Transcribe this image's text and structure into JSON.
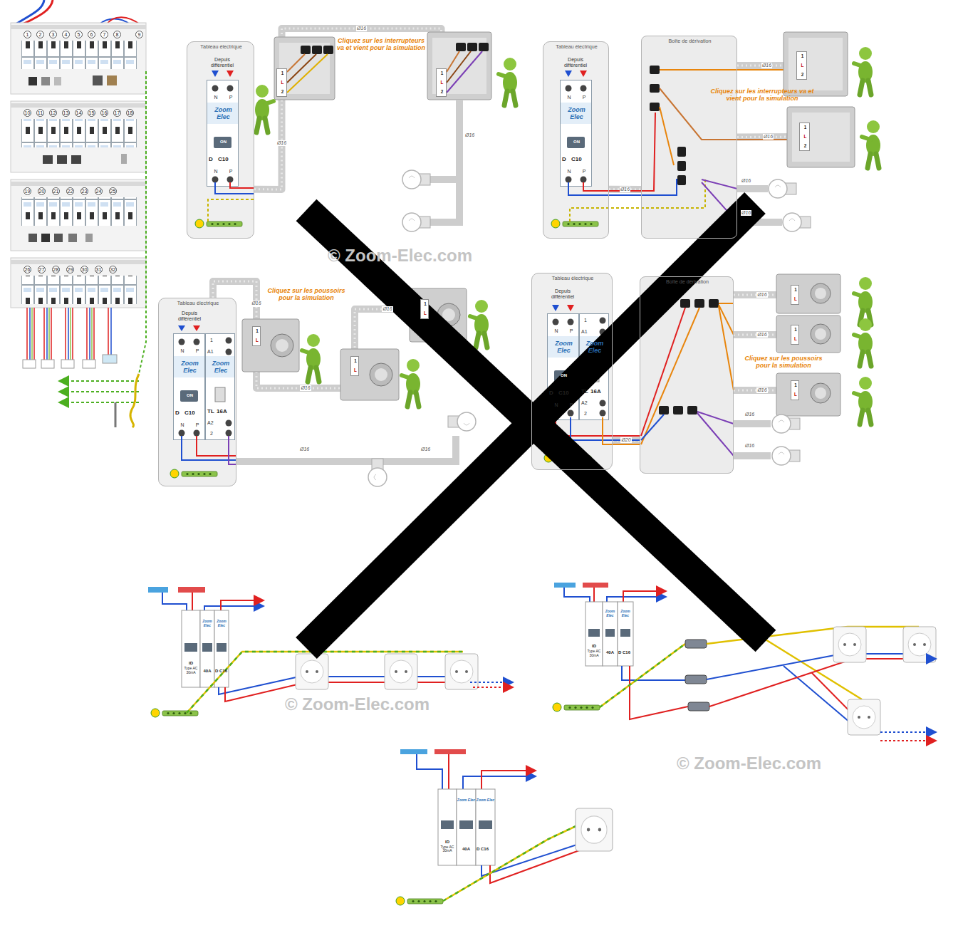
{
  "diagram": {
    "nodes": [
      {
        "text": [
          "Tableau électrique"
        ]
      },
      {
        "text": [
          "N",
          "P",
          "Zoom Elec",
          "ON",
          "D",
          "C10",
          "N",
          "P"
        ],
        "in": 0
      },
      {
        "text": [
          "1",
          "L",
          "2"
        ]
      },
      {
        "text": [
          "1",
          "L",
          "2"
        ]
      },
      {
        "text": [
          "Tableau électrique"
        ]
      },
      {
        "text": [
          "N",
          "P",
          "Zoom Elec",
          "ON",
          "D",
          "C10",
          "N",
          "P"
        ],
        "in": 4
      },
      {
        "text": [
          "Boîte de dérivation"
        ]
      },
      {
        "text": [
          "1",
          "L",
          "2"
        ]
      },
      {
        "text": [
          "1",
          "L",
          "2"
        ]
      },
      {
        "text": [
          "Tableau électrique"
        ]
      },
      {
        "text": [
          "N",
          "P",
          "Zoom Elec",
          "ON",
          "D",
          "C10",
          "N",
          "P"
        ],
        "in": 9
      },
      {
        "text": [
          "1",
          "A1",
          "Zoom Elec",
          "TL",
          "16A",
          "A2",
          "2"
        ],
        "in": 9
      },
      {
        "text": [
          "1",
          "L"
        ]
      },
      {
        "text": [
          "1",
          "L"
        ]
      },
      {
        "text": [
          "1",
          "L"
        ]
      },
      {
        "text": [
          "Tableau électrique"
        ]
      },
      {
        "text": [
          "N",
          "P",
          "Zoom Elec",
          "ON",
          "D",
          "C10",
          "N",
          "P"
        ],
        "in": 15
      },
      {
        "text": [
          "1",
          "A1",
          "Zoom Elec",
          "TL",
          "16A",
          "A2",
          "2"
        ],
        "in": 15
      },
      {
        "text": [
          "Boîte de dérivation"
        ]
      },
      {
        "text": [
          "1",
          "L"
        ]
      },
      {
        "text": [
          "1",
          "L"
        ]
      },
      {
        "text": [
          "1",
          "L"
        ]
      },
      {
        "text": [
          "ID",
          "Type AC 30mA"
        ]
      },
      {
        "text": [
          "Zoom Elec",
          "40A"
        ]
      },
      {
        "text": [
          "Zoom Elec",
          "D",
          "C16"
        ]
      },
      {
        "text": [
          "ID",
          "Type AC 30mA"
        ]
      },
      {
        "text": [
          "Zoom Elec",
          "40A"
        ]
      },
      {
        "text": [
          "Zoom Elec",
          "D",
          "C16"
        ]
      },
      {
        "text": [
          "ID",
          "Type AC 30mA"
        ]
      },
      {
        "text": [
          "Zoom Elec",
          "40A"
        ]
      },
      {
        "text": [
          "Zoom Elec",
          "D",
          "C16"
        ]
      }
    ],
    "edges": [
      {
        "from": 0,
        "to": 2,
        "arrow": "none",
        "label": "Ø16"
      },
      {
        "from": 2,
        "to": 3,
        "arrow": "none",
        "label": "Ø16"
      },
      {
        "from": 4,
        "to": 6,
        "arrow": "none",
        "label": "Ø16"
      },
      {
        "from": 6,
        "to": 7,
        "arrow": "none",
        "label": "Ø16"
      },
      {
        "from": 6,
        "to": 8,
        "arrow": "none",
        "label": "Ø16"
      },
      {
        "from": 9,
        "to": 12,
        "arrow": "none",
        "label": "Ø16"
      },
      {
        "from": 12,
        "to": 13,
        "arrow": "none",
        "label": "Ø16"
      },
      {
        "from": 13,
        "to": 14,
        "arrow": "none",
        "label": "Ø16"
      },
      {
        "from": 15,
        "to": 18,
        "arrow": "none",
        "label": "Ø20"
      },
      {
        "from": 18,
        "to": 19,
        "arrow": "none",
        "label": "Ø16"
      },
      {
        "from": 18,
        "to": 20,
        "arrow": "none",
        "label": "Ø16"
      },
      {
        "from": 18,
        "to": 21,
        "arrow": "none",
        "label": "Ø16"
      }
    ],
    "labels": [
      "Depuis différentiel",
      "Cliquez sur les interrupteurs va et vient pour la simulation",
      "Ø16",
      "Depuis différentiel",
      "Cliquez sur les interrupteurs va et vient pour la simulation",
      "Ø16",
      "Ø16",
      "Depuis différentiel",
      "Cliquez sur les poussoirs pour la simulation",
      "Ø16",
      "Ø16",
      "Depuis différentiel",
      "Cliquez sur les poussoirs pour la simulation",
      "Ø16",
      "Ø16",
      "1",
      "2",
      "3",
      "4",
      "5",
      "6",
      "7",
      "8",
      "9",
      "10",
      "11",
      "12",
      "13",
      "14",
      "15",
      "16",
      "17",
      "18",
      "19",
      "20",
      "21",
      "22",
      "23",
      "24",
      "25",
      "26",
      "27",
      "28",
      "29",
      "30",
      "31",
      "32",
      "© Zoom-Elec.com",
      "© Zoom-Elec.com",
      "© Zoom-Elec.com"
    ]
  }
}
